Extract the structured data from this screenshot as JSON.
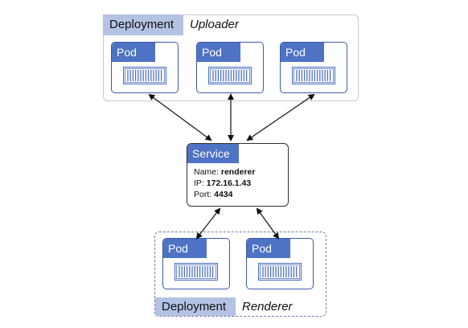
{
  "uploader": {
    "tag": "Deployment",
    "name": "Uploader",
    "pods": [
      {
        "label": "Pod"
      },
      {
        "label": "Pod"
      },
      {
        "label": "Pod"
      }
    ]
  },
  "service": {
    "title": "Service",
    "name_label": "Name:",
    "name_value": "renderer",
    "ip_label": "IP:",
    "ip_value": "172.16.1.43",
    "port_label": "Port:",
    "port_value": "4434"
  },
  "renderer": {
    "tag": "Deployment",
    "name": "Renderer",
    "pods": [
      {
        "label": "Pod"
      },
      {
        "label": "Pod"
      }
    ]
  },
  "colors": {
    "accent": "#4e72c4",
    "tag_bg": "#b4c2e3",
    "pod_border": "#3c5aa6"
  }
}
